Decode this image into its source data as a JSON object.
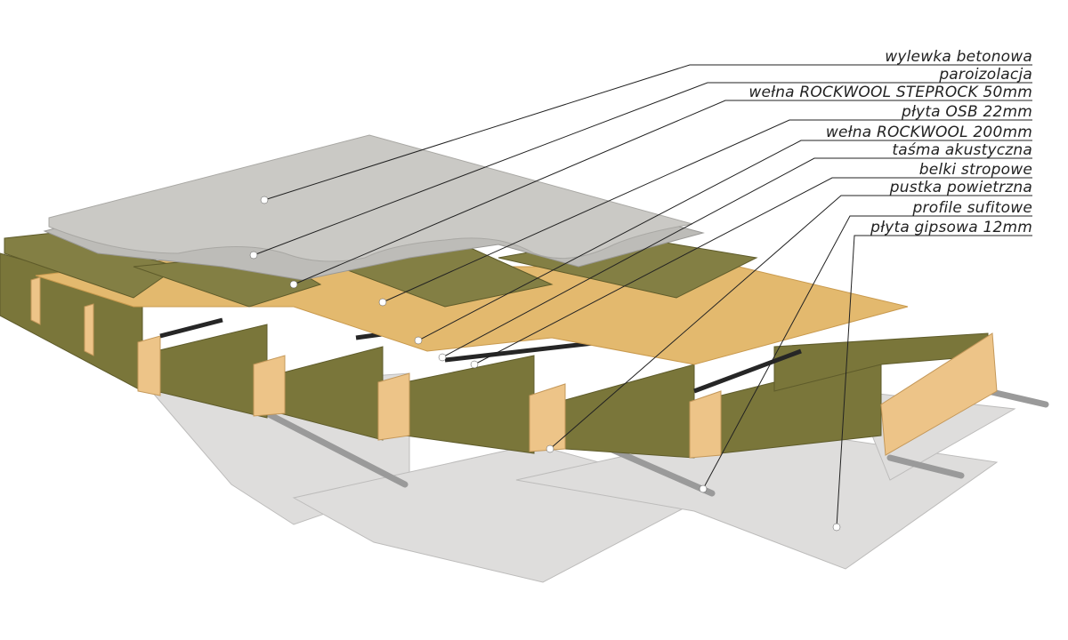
{
  "labels": [
    "wylewka betonowa",
    "paroizolacja",
    "wełna ROCKWOOL STEPROCK 50mm",
    "płyta OSB 22mm",
    "wełna ROCKWOOL 200mm",
    "taśma akustyczna",
    "belki stropowe",
    "pustka powietrzna",
    "profile sufitowe",
    "płyta gipsowa 12mm"
  ],
  "colors": {
    "concrete": "#c9c8c4",
    "wool": "#7d7a3e",
    "osb": "#e2b56a",
    "beam": "#eec58a",
    "gypsum": "#dcdcdc",
    "tape": "#2a2a2a"
  }
}
